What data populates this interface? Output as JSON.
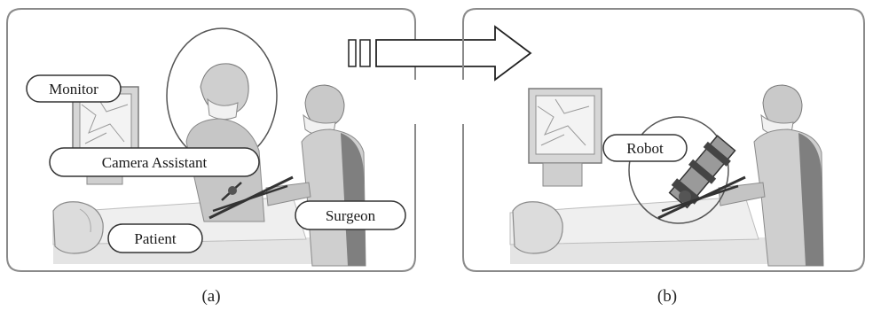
{
  "panel_a": {
    "labels": {
      "monitor": "Monitor",
      "camera_assistant": "Camera Assistant",
      "surgeon": "Surgeon",
      "patient": "Patient"
    },
    "caption": "(a)"
  },
  "panel_b": {
    "labels": {
      "robot": "Robot"
    },
    "caption": "(b)"
  },
  "colors": {
    "frame": "#8a8a8a",
    "figure_fill": "#c9c9c9",
    "figure_dark": "#7f7f7f",
    "label_fill": "#ffffff",
    "label_stroke": "#333333"
  }
}
